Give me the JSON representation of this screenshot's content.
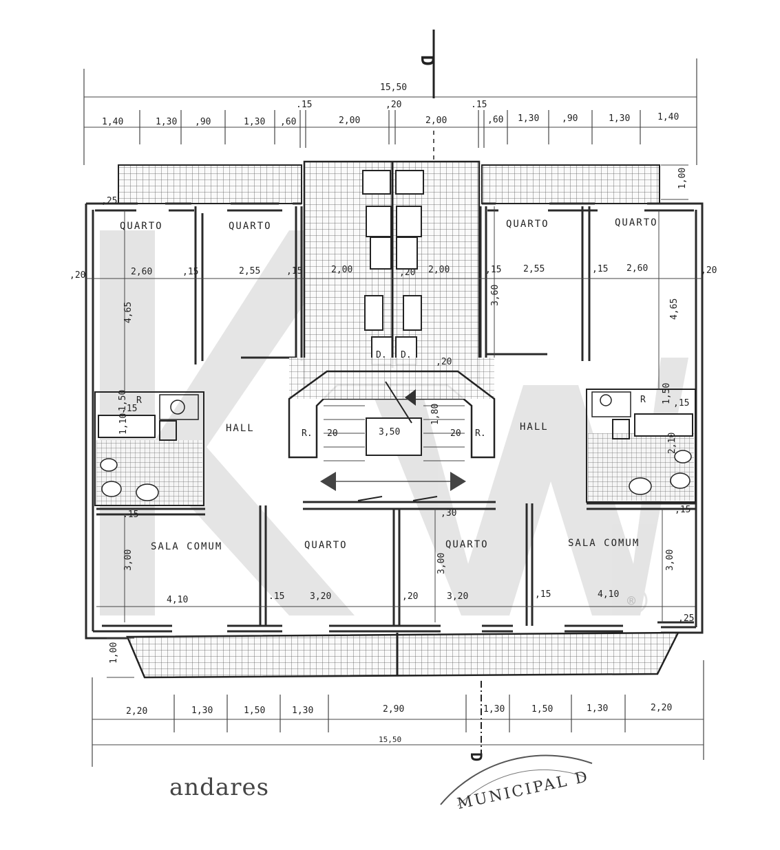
{
  "top_dims": {
    "total": "15,50",
    "segments": [
      "1,40",
      "1,30",
      ",90",
      "1,30",
      ",60",
      "2,00",
      "2,00",
      ",60",
      "1,30",
      ",90",
      "1,30",
      "1,40"
    ],
    "small": [
      ".15",
      ",20",
      ".15"
    ]
  },
  "right_dim": "1,00",
  "left_dim": "1,00",
  "rooms": {
    "quarto_tl": "QUARTO",
    "quarto_tl2": "QUARTO",
    "quarto_tr1": "QUARTO",
    "quarto_tr2": "QUARTO",
    "hall_left": "HALL",
    "hall_right": "HALL",
    "sala_left": "SALA COMUM",
    "quarto_bl": "QUARTO",
    "quarto_br": "QUARTO",
    "sala_right": "SALA COMUM"
  },
  "inner_dims": {
    "row1": [
      ",20",
      "2,60",
      ",15",
      "2,55",
      ",15",
      "2,00",
      ",20",
      "2,00",
      ",15",
      "2,55",
      ",15",
      "2,60",
      ",20"
    ],
    "vert_left": "4,65",
    "vert_right": "4,65",
    "vert_center": "3,60",
    "stair_width": "3,50",
    "stair_side_l": "20",
    "stair_side_r": "20",
    "stair_h": "1,80",
    "stair_top": ",20",
    "r_left": "R.",
    "r_right": "R.",
    "r_bath_left": "R",
    "r_bath_right": "R",
    "d_left": "D.",
    "d_right": "D.",
    "bath_l_15": ",15",
    "bath_l_50": "1,50",
    "bath_l_10": "1,10",
    "bath_r_50": "1,50",
    "bath_r_15": ",15",
    "bath_r_210": "2,10",
    "hall_15_left": ".15",
    "hall_30": ",30",
    "hall_15_right": ",15",
    "vert_sala_l": "3,00",
    "vert_quarto_bl": "3,00",
    "vert_sala_r": "3,00",
    "row2": [
      "4,10",
      ".15",
      "3,20",
      ",20",
      "3,20",
      ",15",
      "4,10"
    ],
    "corner_25_top": ",25",
    "corner_25_bottom": ",25",
    "registered": "®"
  },
  "bottom_dims": {
    "segments": [
      "2,20",
      "1,30",
      "1,50",
      "1,30",
      "2,90",
      "1,30",
      "1,50",
      "1,30",
      "2,20"
    ],
    "total": "15,50"
  },
  "section_marks": [
    "D",
    "D"
  ],
  "caption": "andares",
  "stamp_text": "MUNICIPAL D"
}
